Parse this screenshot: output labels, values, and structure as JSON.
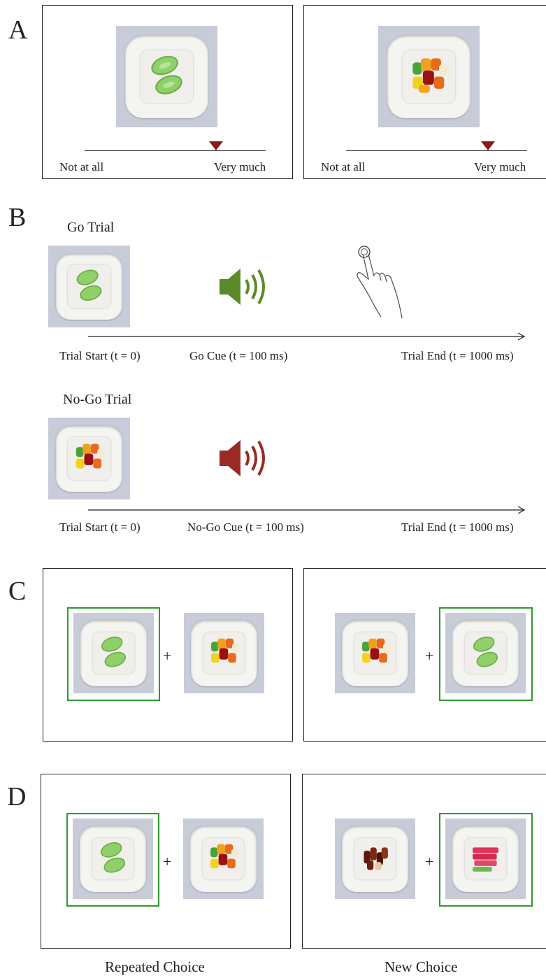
{
  "panels": {
    "a": {
      "letter": "A"
    },
    "b": {
      "letter": "B"
    },
    "c": {
      "letter": "C"
    },
    "d": {
      "letter": "D"
    }
  },
  "rating": {
    "low_label": "Not at all",
    "high_label": "Very much",
    "marker_color": "#8b1a1a"
  },
  "go_trial": {
    "title": "Go Trial",
    "start": "Trial Start (t = 0)",
    "cue": "Go Cue (t = 100 ms)",
    "end": "Trial End (t = 1000 ms)",
    "cue_color": "#5b8a2a"
  },
  "nogo_trial": {
    "title": "No-Go Trial",
    "start": "Trial Start (t = 0)",
    "cue": "No-Go Cue (t = 100 ms)",
    "end": "Trial End (t = 1000 ms)",
    "cue_color": "#9a2a24"
  },
  "plus": "+",
  "captions": {
    "left": "Repeated Choice",
    "right": "New Choice"
  },
  "colors": {
    "selection": "#2f9a2f"
  }
}
